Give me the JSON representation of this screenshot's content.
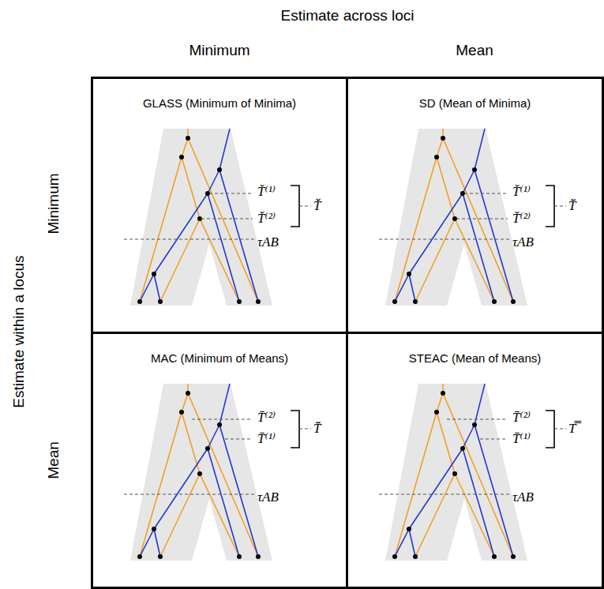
{
  "diagram": {
    "nodes": [
      {
        "text": [
          "GLASS (Minimum of Minima)"
        ]
      },
      {
        "text": [
          "SD (Mean of Minima)"
        ]
      },
      {
        "text": [
          "MAC (Minimum of Means)"
        ]
      },
      {
        "text": [
          "STEAC (Mean of Means)"
        ]
      }
    ],
    "labels": [
      "Estimate across loci",
      "Minimum",
      "Mean",
      "Estimate within a locus",
      "Minimum",
      "Mean",
      "T̆⁽¹⁾",
      "T̆⁽²⁾",
      "T̆̆",
      "τAB",
      "T̆⁽¹⁾",
      "T̆⁽²⁾",
      "T̆̄",
      "τAB",
      "T̄⁽²⁾",
      "T̄⁽¹⁾",
      "T̄̆",
      "τAB",
      "T̄⁽²⁾",
      "T̄⁽¹⁾",
      "T̿",
      "τAB"
    ]
  }
}
